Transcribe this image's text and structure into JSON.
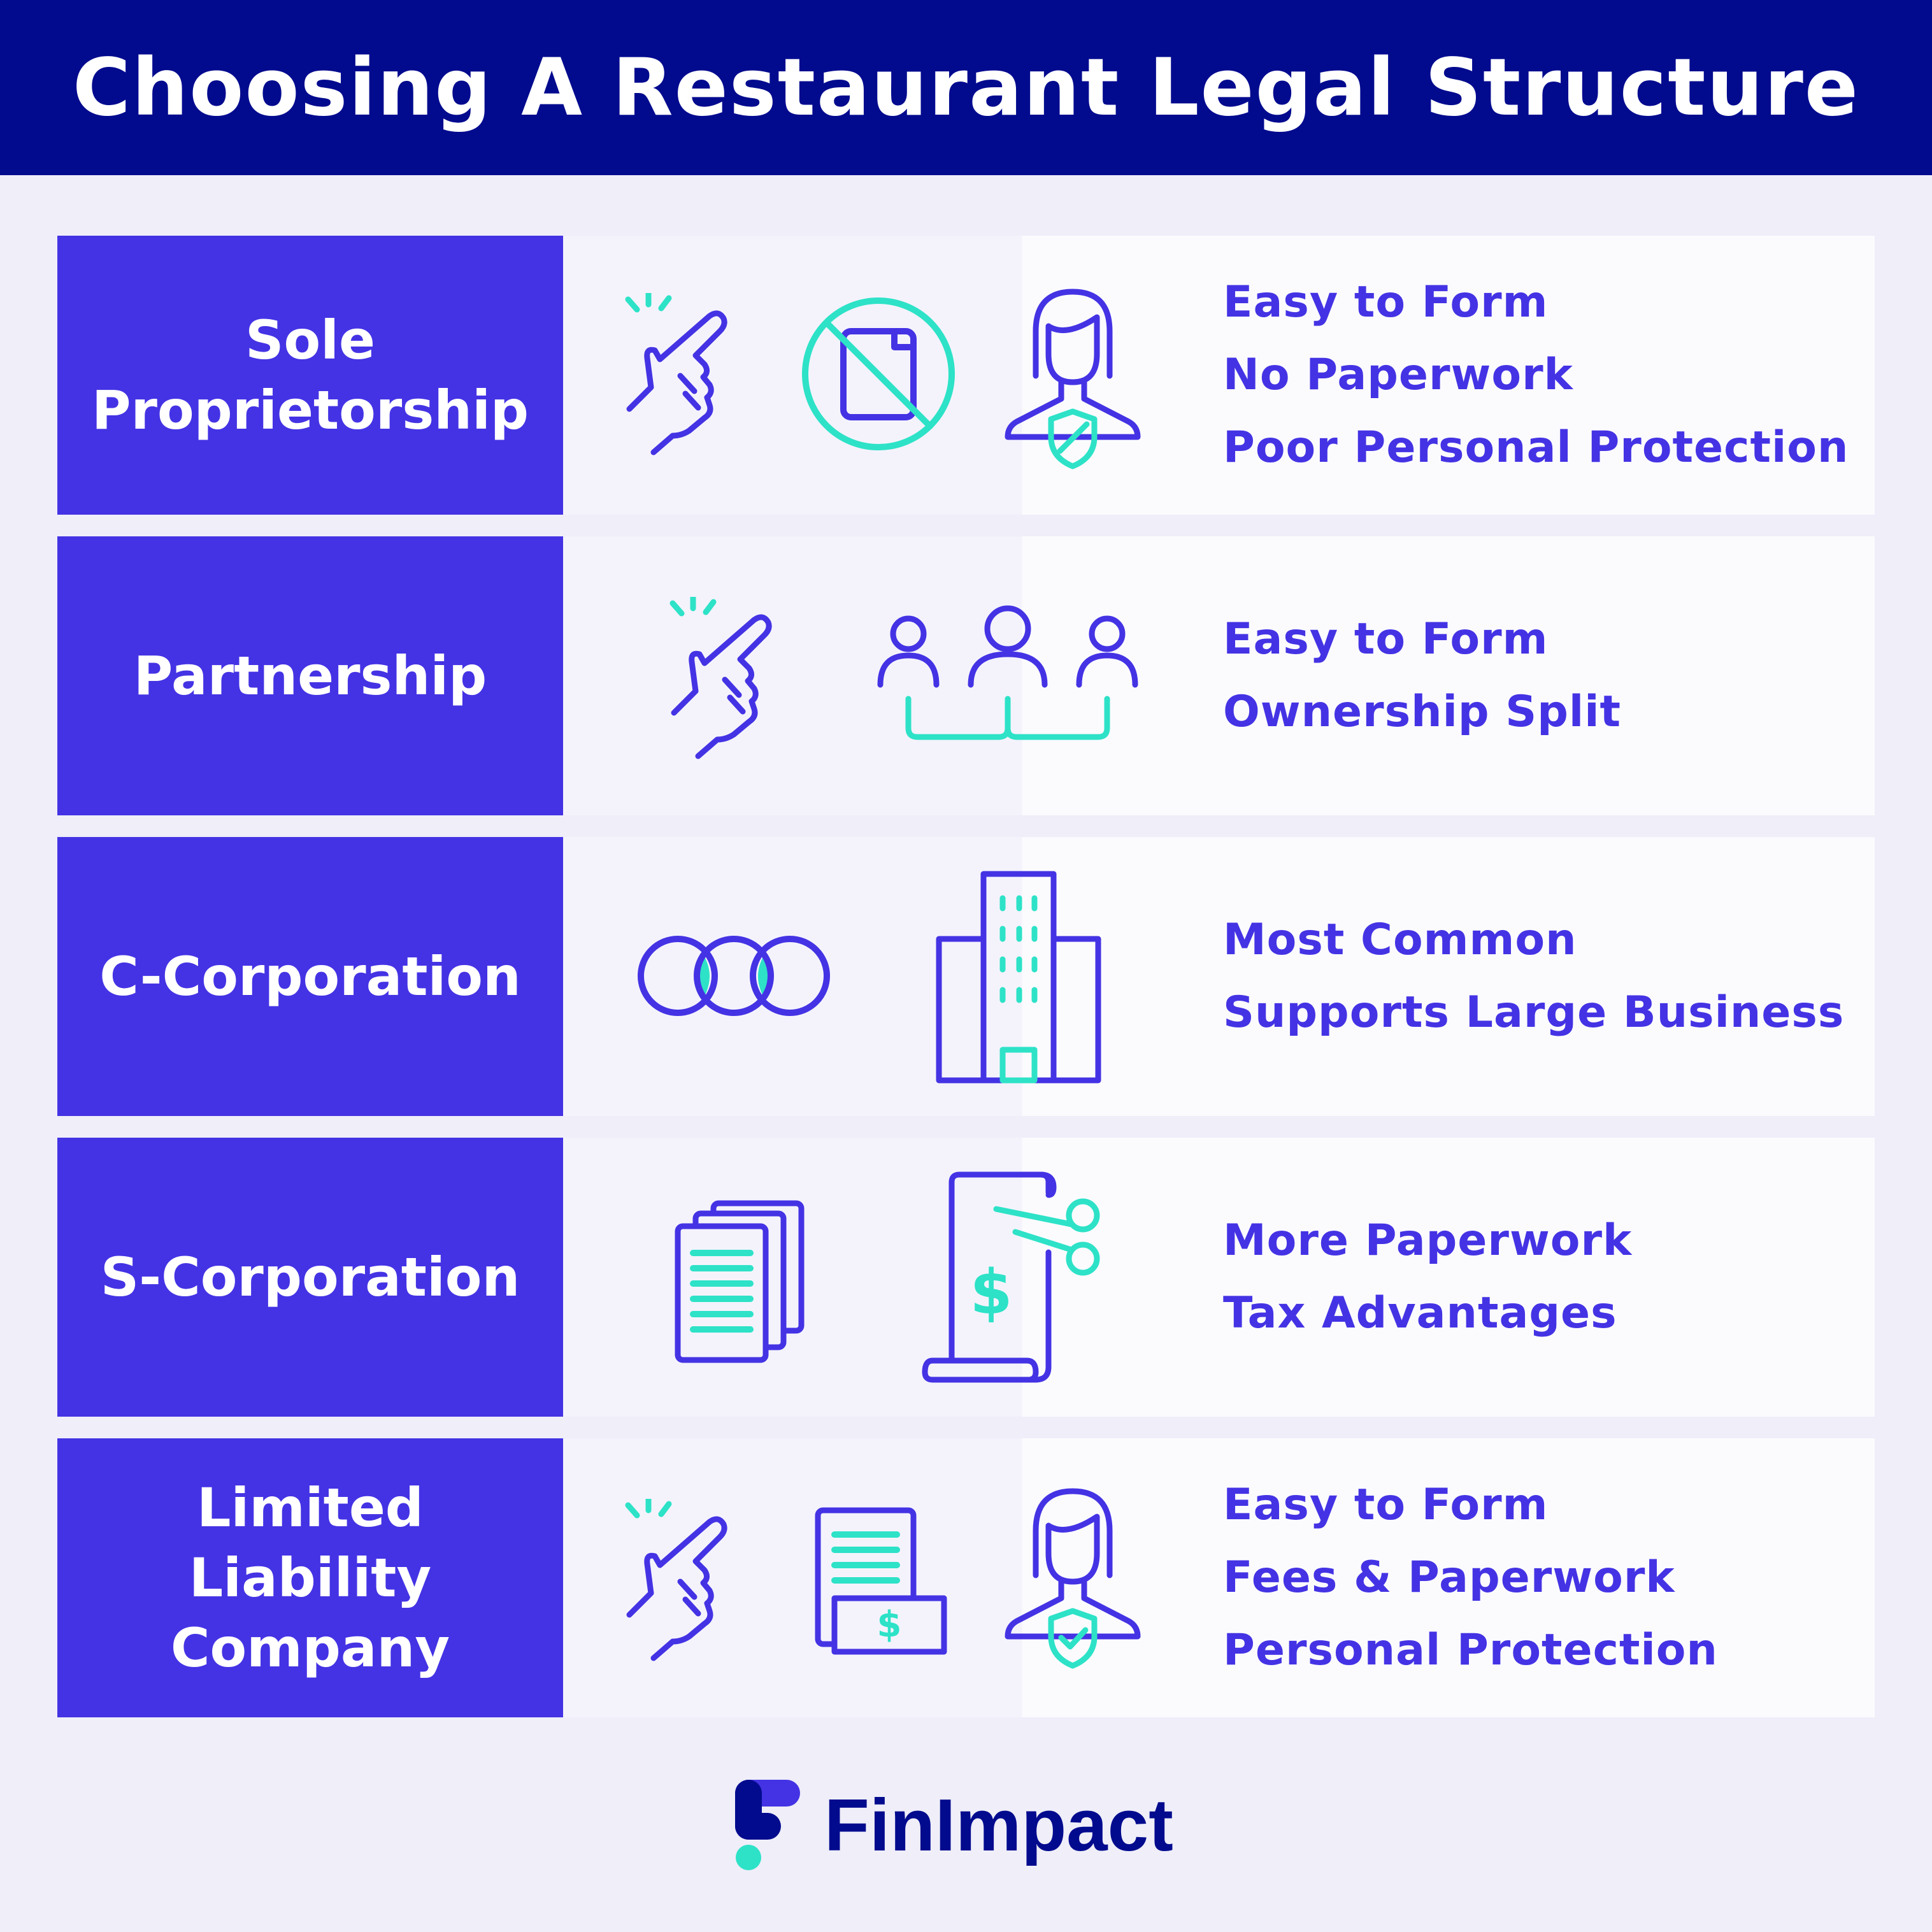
{
  "title": "Choosing A Restaurant Legal Structure",
  "colors": {
    "navy": "#020b8e",
    "purple": "#4433e4",
    "teal": "#2de2c7",
    "background": "#efeef9"
  },
  "rows": [
    {
      "label": "Sole\nProprietorship",
      "icons": [
        "snap-fingers-icon",
        "no-paperwork-icon",
        "person-shield-icon"
      ],
      "features": [
        "Easy to Form",
        "No Paperwork",
        "Poor Personal Protection"
      ]
    },
    {
      "label": "Partnership",
      "icons": [
        "snap-fingers-icon",
        "group-people-icon"
      ],
      "features": [
        "Easy to Form",
        "Ownership Split"
      ]
    },
    {
      "label": "C-Corporation",
      "icons": [
        "linked-rings-icon",
        "office-building-icon"
      ],
      "features": [
        "Most Common",
        "Supports Large Business"
      ]
    },
    {
      "label": "S-Corporation",
      "icons": [
        "document-stack-icon",
        "tax-receipt-scissors-icon"
      ],
      "features": [
        "More Paperwork",
        "Tax Advantages"
      ]
    },
    {
      "label": "Limited\nLiability\nCompany",
      "icons": [
        "snap-fingers-icon",
        "document-fee-icon",
        "person-shield-check-icon"
      ],
      "features": [
        "Easy to Form",
        "Fees & Paperwork",
        "Personal Protection"
      ]
    }
  ],
  "brand": {
    "name": "FinImpact",
    "logo_icon": "finimpact-logo-icon"
  }
}
